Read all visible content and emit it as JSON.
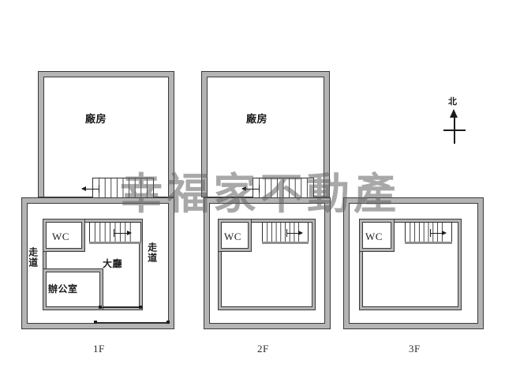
{
  "diagram": {
    "type": "architectural-floor-plan",
    "title": "Three-floor building floor plan",
    "background_color": "#ffffff",
    "wall_fill_color": "#b4b4b4",
    "wall_line_color": "#3a3a3a",
    "text_color": "#1c1c1c"
  },
  "watermark": {
    "text": "幸福家不動產",
    "characters": [
      "幸",
      "福",
      "家",
      "不",
      "動",
      "產"
    ],
    "color": "#606060"
  },
  "compass": {
    "label": "北",
    "direction": "north",
    "icon": "north-arrow-icon"
  },
  "floors": [
    {
      "id": "1f",
      "label": "1F",
      "upper_block": {
        "name": "factory-workshop-upper",
        "label": "廠房"
      },
      "lower_block": {
        "name": "ground-floor-block",
        "rooms": [
          {
            "name": "wc",
            "label": "WC"
          },
          {
            "name": "office",
            "label": "辦公室"
          },
          {
            "name": "lobby",
            "label": "大廳"
          },
          {
            "name": "corridor-left",
            "label": "走道"
          },
          {
            "name": "corridor-right",
            "label": "走道"
          }
        ]
      },
      "stairs": [
        {
          "name": "stair-upper-1f",
          "direction": "up",
          "treads": 10
        },
        {
          "name": "stair-lower-1f",
          "direction": "up",
          "treads": 9
        }
      ]
    },
    {
      "id": "2f",
      "label": "2F",
      "upper_block": {
        "name": "factory-workshop-upper",
        "label": "廠房"
      },
      "lower_block": {
        "name": "second-floor-block",
        "rooms": [
          {
            "name": "wc",
            "label": "WC"
          }
        ]
      },
      "stairs": [
        {
          "name": "stair-upper-2f",
          "direction": "up",
          "treads": 10
        },
        {
          "name": "stair-lower-2f",
          "direction": "up",
          "treads": 9
        }
      ]
    },
    {
      "id": "3f",
      "label": "3F",
      "lower_block": {
        "name": "third-floor-block",
        "rooms": [
          {
            "name": "wc",
            "label": "WC"
          }
        ]
      },
      "stairs": [
        {
          "name": "stair-3f",
          "direction": "up",
          "treads": 9
        }
      ]
    }
  ]
}
